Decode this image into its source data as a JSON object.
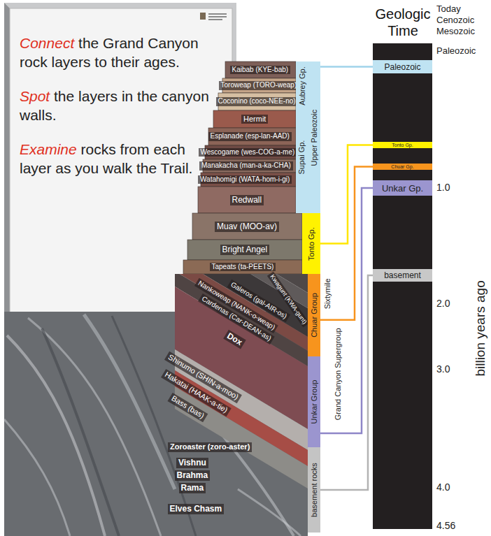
{
  "diagram": {
    "title": "Geologic Time",
    "nodes": [
      {
        "text": [
          "Connect the Grand Canyon rock layers to their ages.",
          "Spot the layers in the canyon walls.",
          "Examine rocks from each layer as you walk the Trail."
        ]
      },
      {
        "text": [
          "Kaibab (KYE-bab)"
        ]
      },
      {
        "text": [
          "Toroweap (TORO-weap)"
        ]
      },
      {
        "text": [
          "Coconino (coco-NEE-no)"
        ]
      },
      {
        "text": [
          "Hermit"
        ]
      },
      {
        "text": [
          "Esplanade (esp-lan-AAD)"
        ]
      },
      {
        "text": [
          "Wescogame (wes-COG-a-me)"
        ]
      },
      {
        "text": [
          "Manakacha (man-a-ka-CHA)"
        ]
      },
      {
        "text": [
          "Watahomigi (WATA-hom-i-gi)"
        ]
      },
      {
        "text": [
          "Redwall"
        ]
      },
      {
        "text": [
          "Muav (MOO-av)"
        ]
      },
      {
        "text": [
          "Bright Angel"
        ]
      },
      {
        "text": [
          "Tapeats (ta-PEETS)"
        ]
      },
      {
        "text": [
          "Kwagunt (KWA-gunt)"
        ]
      },
      {
        "text": [
          "Galeros (gal-AIR-os)"
        ]
      },
      {
        "text": [
          "Nankoweap (NANK-o-weap)"
        ]
      },
      {
        "text": [
          "Cardenas (Car-DEAN-as)"
        ]
      },
      {
        "text": [
          "Dox"
        ]
      },
      {
        "text": [
          "Shinumo (SHIN-a-moo)"
        ]
      },
      {
        "text": [
          "Hakatai (HAAK-a-tie)"
        ]
      },
      {
        "text": [
          "Bass (bas)"
        ]
      },
      {
        "text": [
          "Zoroaster (zoro-aster)"
        ]
      },
      {
        "text": [
          "Vishnu"
        ]
      },
      {
        "text": [
          "Brahma"
        ]
      },
      {
        "text": [
          "Rama"
        ]
      },
      {
        "text": [
          "Elves Chasm"
        ]
      },
      {
        "text": [
          "Aubrey Gp."
        ]
      },
      {
        "text": [
          "Supai Gp."
        ]
      },
      {
        "text": [
          "Upper Paleozoic"
        ]
      },
      {
        "text": [
          "Tonto Gp."
        ]
      },
      {
        "text": [
          "Chuar Group"
        ]
      },
      {
        "text": [
          "Unkar Group"
        ]
      },
      {
        "text": [
          "basement rocks"
        ]
      },
      {
        "text": [
          "Paleozoic"
        ]
      },
      {
        "text": [
          "Tonto Gp."
        ]
      },
      {
        "text": [
          "Chuar Gp."
        ]
      },
      {
        "text": [
          "Unkar Gp."
        ]
      },
      {
        "text": [
          "basement"
        ]
      }
    ],
    "edges": [
      {
        "from": 28,
        "to": 33,
        "arrow": "none"
      },
      {
        "from": 29,
        "to": 34,
        "arrow": "none"
      },
      {
        "from": 30,
        "to": 35,
        "arrow": "none"
      },
      {
        "from": 31,
        "to": 36,
        "arrow": "none"
      },
      {
        "from": 32,
        "to": 37,
        "arrow": "none"
      }
    ],
    "labels": [
      "Sixtymile",
      "Grand Canyon Supergroup",
      "Today",
      "Cenozoic",
      "Mesozoic",
      "Paleozoic",
      "1.0",
      "2.0",
      "3.0",
      "4.0",
      "4.56",
      "billion years ago"
    ]
  }
}
